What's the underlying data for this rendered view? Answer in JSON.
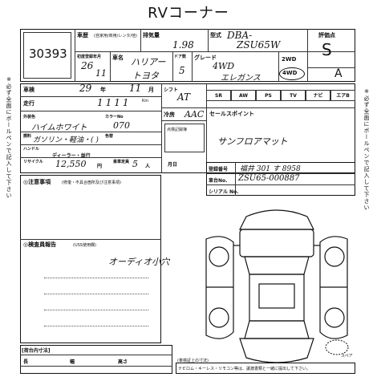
{
  "title": "RVコーナー",
  "lot_number": "30393",
  "header": {
    "registration_label": "車歴",
    "registration_sub": "(自家用/商用/レンタ/他)",
    "displacement_label": "排気量",
    "displacement_value": "1.98",
    "model_label": "型式",
    "model_value_1": "DBA-",
    "model_value_2": "ZSU65W",
    "score_label": "評価点",
    "score_value": "S"
  },
  "row2": {
    "first_reg_label": "初度登録年月",
    "year": "26",
    "month": "11",
    "name_label": "車名",
    "name_1": "ハリアー",
    "name_2": "トヨタ",
    "doors_label": "ドア数",
    "doors_value": "5",
    "grade_label": "グレード",
    "grade_1": "4WD",
    "grade_2": "エレガンス",
    "drive_2wd": "2WD",
    "drive_4wd": "4WD",
    "interior_score": "A"
  },
  "shaken": {
    "label": "車検",
    "year": "29",
    "unit_year": "年",
    "month": "11",
    "unit_month": "月"
  },
  "shift": {
    "label": "シフト",
    "value": "AT"
  },
  "equipment": [
    "SR",
    "AW",
    "PS",
    "TV",
    "ナビ",
    "エアB"
  ],
  "mileage": {
    "label": "走行",
    "value": "1111",
    "unit": "Km"
  },
  "aircon": {
    "label": "冷房",
    "value": "AAC"
  },
  "colors": {
    "exterior_label": "外装色",
    "exterior": "ハイムホワイト",
    "color_no_label": "カラーNo",
    "color_no": "070",
    "fuel_label": "燃料",
    "fuel": "ガソリン・軽油・( )",
    "colorchange_label": "色替",
    "seats_label": "乗車定員",
    "seats": "5",
    "seats_unit": "人",
    "handle_label": "ハンドル",
    "import_label": "ディーラー・並行",
    "inspection_label": "点検記録簿",
    "month_label": "月日"
  },
  "selling_points": {
    "label": "セールスポイント",
    "text": "サンフロアマット"
  },
  "recycle": {
    "label": "リサイクル",
    "value": "12,550",
    "unit": "円"
  },
  "registration": {
    "number_label": "登録番号",
    "number_value": "福井 301 す 8958",
    "chassis_label": "車台No.",
    "chassis_value": "ZSU65-000887",
    "serial_label": "シリアル No."
  },
  "notes": {
    "caution_label": "◎注意事項",
    "caution_sub": "(修復・不具合箇所及び注意事項)",
    "inspector_label": "◎検査員報告",
    "inspector_sub": "(USS使用欄)",
    "inspector_text": "オーディオ小穴"
  },
  "bottom": {
    "stock_label": "[荷台内寸法]",
    "length_label": "長",
    "width_label": "幅",
    "height_label": "高さ",
    "notes_label": "(車検証上の寸法)",
    "legend": "ナビロム・キーレス・リモコン等は、譲渡書類と一緒に提出して下さい。",
    "spare_label": "スペア"
  },
  "side_left": "※必ず全面にボールペンで記入して下さい",
  "side_right": "※必ず全面にボールペンで記入して下さい"
}
